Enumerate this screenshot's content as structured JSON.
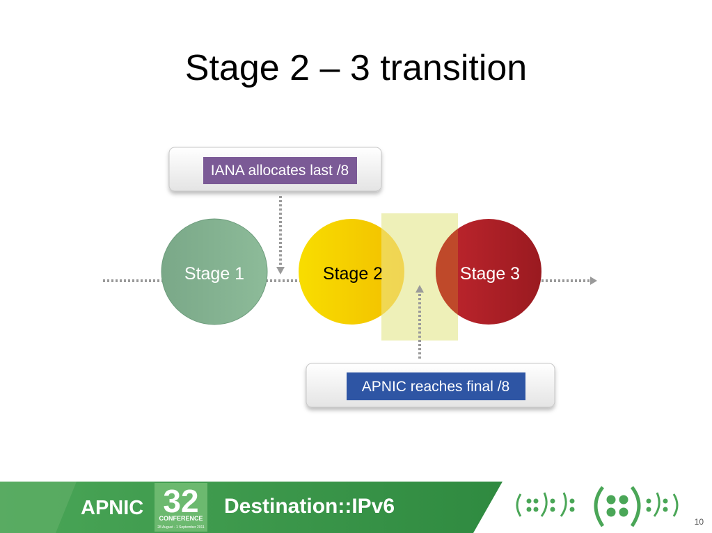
{
  "slide": {
    "title": "Stage 2 – 3 transition",
    "number": "10"
  },
  "diagram": {
    "callouts": [
      {
        "id": "iana",
        "text": "IANA allocates last /8",
        "color": "#7b5a96"
      },
      {
        "id": "apnic",
        "text": "APNIC reaches final /8",
        "color": "#2e55a4"
      }
    ],
    "stages": [
      {
        "id": "stage1",
        "label": "Stage 1",
        "color": "#7db08e",
        "text_color": "#ffffff"
      },
      {
        "id": "stage2",
        "label": "Stage 2",
        "color": "#f6d200",
        "text_color": "#000000"
      },
      {
        "id": "stage3",
        "label": "Stage 3",
        "color": "#b8222a",
        "text_color": "#ffffff"
      }
    ],
    "transition_highlight_color": "#eef0b8"
  },
  "footer": {
    "org": "APNIC",
    "conference_number": "32",
    "conference_label": "CONFERENCE",
    "dates": "28 August - 1 September 2011",
    "tagline": "Destination::IPv6",
    "brand_color": "#3f9a4e"
  }
}
